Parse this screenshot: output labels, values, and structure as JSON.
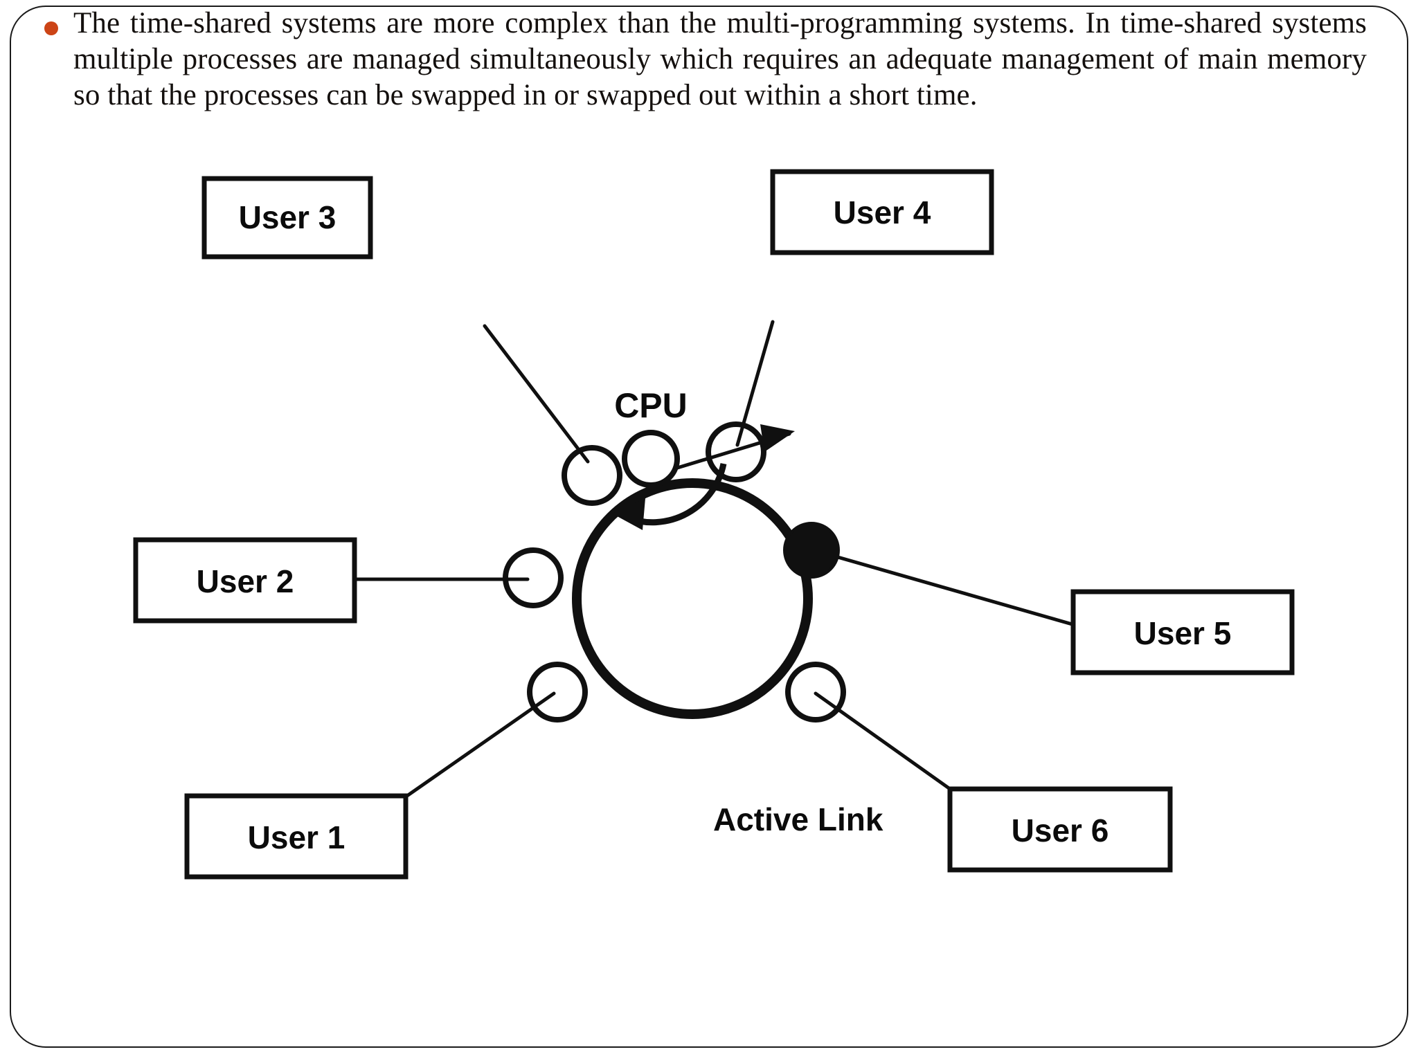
{
  "slide": {
    "border_color": "#1a1a1a",
    "background": "#ffffff"
  },
  "bullet": {
    "marker_color": "#CC4416",
    "text": "The time-shared systems are more complex than the multi-programming systems. In time-shared systems multiple processes are managed simultaneously which requires an adequate management of main memory so that the processes can be swapped in or swapped out within a short time."
  },
  "diagram": {
    "type": "ring-network",
    "center_label": "CPU",
    "annotation": "Active Link",
    "nodes": [
      {
        "id": "user1",
        "label": "User 1"
      },
      {
        "id": "user2",
        "label": "User 2"
      },
      {
        "id": "user3",
        "label": "User 3"
      },
      {
        "id": "user4",
        "label": "User 4"
      },
      {
        "id": "user5",
        "label": "User 5"
      },
      {
        "id": "user6",
        "label": "User 6"
      }
    ]
  }
}
